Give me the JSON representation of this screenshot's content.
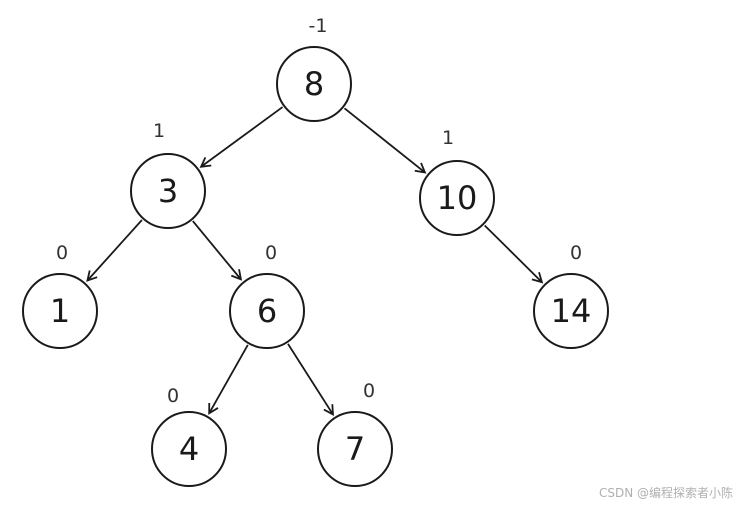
{
  "tree": {
    "nodes": [
      {
        "id": "n8",
        "value": "8",
        "balance": "-1"
      },
      {
        "id": "n3",
        "value": "3",
        "balance": "1"
      },
      {
        "id": "n10",
        "value": "10",
        "balance": "1"
      },
      {
        "id": "n1",
        "value": "1",
        "balance": "0"
      },
      {
        "id": "n6",
        "value": "6",
        "balance": "0"
      },
      {
        "id": "n14",
        "value": "14",
        "balance": "0"
      },
      {
        "id": "n4",
        "value": "4",
        "balance": "0"
      },
      {
        "id": "n7",
        "value": "7",
        "balance": "0"
      }
    ],
    "edges": [
      {
        "from": "n8",
        "to": "n3"
      },
      {
        "from": "n8",
        "to": "n10"
      },
      {
        "from": "n3",
        "to": "n1"
      },
      {
        "from": "n3",
        "to": "n6"
      },
      {
        "from": "n10",
        "to": "n14"
      },
      {
        "from": "n6",
        "to": "n4"
      },
      {
        "from": "n6",
        "to": "n7"
      }
    ]
  },
  "watermark": "CSDN @编程探索者小陈"
}
